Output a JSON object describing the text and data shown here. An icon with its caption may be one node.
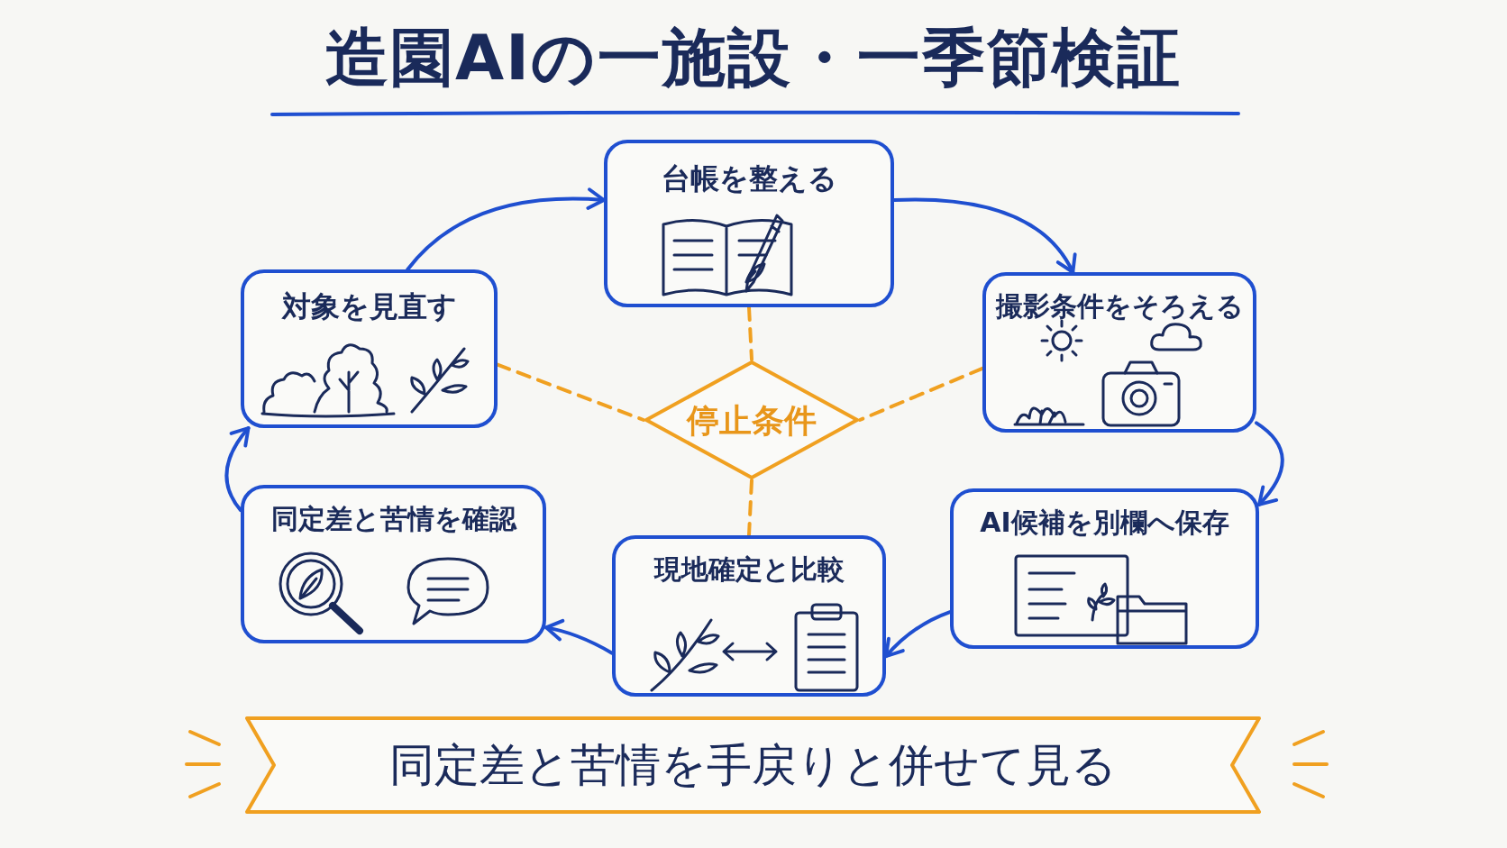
{
  "diagram": {
    "title": "造園AIの一施設・一季節検証",
    "nodes": [
      {
        "text": [
          "台帳を整える"
        ]
      },
      {
        "text": [
          "撮影条件をそろえる"
        ]
      },
      {
        "text": [
          "AI候補を別欄へ保存"
        ]
      },
      {
        "text": [
          "現地確定と比較"
        ]
      },
      {
        "text": [
          "同定差と苦情を確認"
        ]
      },
      {
        "text": [
          "対象を見直す"
        ]
      },
      {
        "text": [
          "停止条件"
        ]
      },
      {
        "text": [
          "同定差と苦情を手戻りと併せて見る"
        ]
      }
    ],
    "edges": [
      {
        "from": 5,
        "to": 0,
        "arrow": "to"
      },
      {
        "from": 0,
        "to": 1,
        "arrow": "to"
      },
      {
        "from": 1,
        "to": 2,
        "arrow": "to"
      },
      {
        "from": 2,
        "to": 3,
        "arrow": "to"
      },
      {
        "from": 3,
        "to": 4,
        "arrow": "to"
      },
      {
        "from": 4,
        "to": 5,
        "arrow": "to"
      },
      {
        "from": 0,
        "to": 6,
        "arrow": "none",
        "style": "dashed",
        "color": "#f0a020"
      },
      {
        "from": 5,
        "to": 6,
        "arrow": "none",
        "style": "dashed",
        "color": "#f0a020"
      },
      {
        "from": 1,
        "to": 6,
        "arrow": "none",
        "style": "dashed",
        "color": "#f0a020"
      },
      {
        "from": 6,
        "to": 3,
        "arrow": "none",
        "style": "dashed",
        "color": "#f0a020"
      }
    ]
  }
}
